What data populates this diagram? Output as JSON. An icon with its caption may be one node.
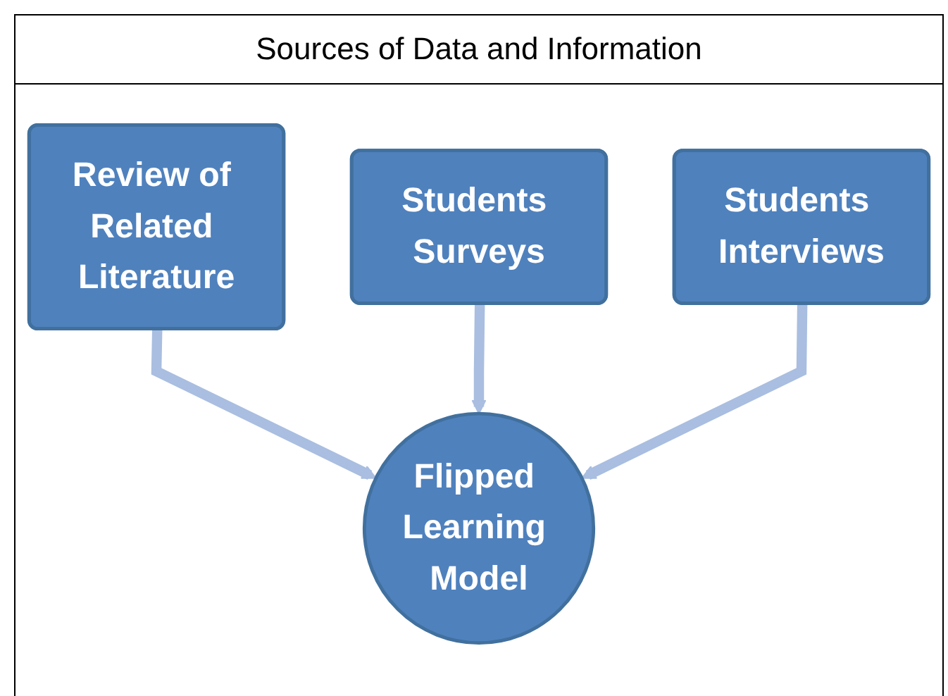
{
  "diagram": {
    "title": "Sources of Data and Information",
    "nodes": [
      {
        "text": [
          "Review of Related Literature"
        ]
      },
      {
        "text": [
          "Students Surveys"
        ]
      },
      {
        "text": [
          "Students Interviews"
        ]
      },
      {
        "text": [
          "Flipped Learning Model"
        ]
      }
    ],
    "edges": [
      {
        "from": 0,
        "to": 3,
        "arrow": "to"
      },
      {
        "from": 1,
        "to": 3,
        "arrow": "to"
      },
      {
        "from": 2,
        "to": 3,
        "arrow": "to"
      }
    ]
  }
}
